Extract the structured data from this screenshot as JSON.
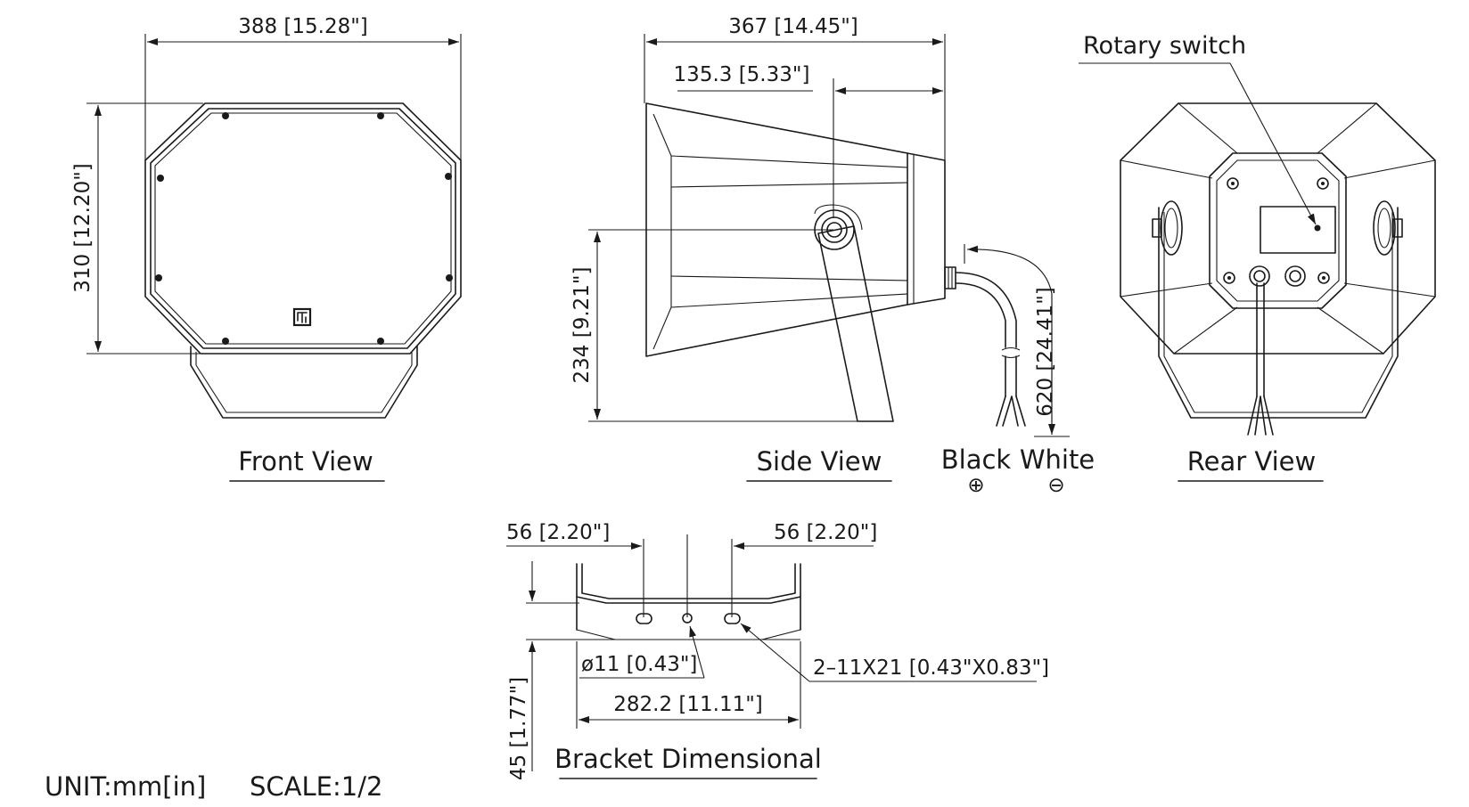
{
  "views": {
    "front": "Front View",
    "side": "Side View",
    "rear": "Rear View",
    "bracket": "Bracket Dimensional"
  },
  "dimensions": {
    "front_width": "388 [15.28\"]",
    "front_height": "310 [12.20\"]",
    "side_length": "367 [14.45\"]",
    "side_pivot": "135.3 [5.33\"]",
    "side_pivot_height": "234 [9.21\"]",
    "cable_length": "620 [24.41\"]",
    "bracket_left": "56 [2.20\"]",
    "bracket_right": "56 [2.20\"]",
    "bracket_hole": "ø11 [0.43\"]",
    "bracket_slots": "2–11X21 [0.43\"X0.83\"]",
    "bracket_width": "282.2 [11.11\"]",
    "bracket_height": "45 [1.77\"]"
  },
  "callouts": {
    "rotary_switch": "Rotary switch"
  },
  "wires": {
    "black": "Black",
    "white": "White",
    "black_symbol": "⊕",
    "white_symbol": "⊖"
  },
  "footer": {
    "unit": "UNIT:mm[in]",
    "scale": "SCALE:1/2"
  }
}
